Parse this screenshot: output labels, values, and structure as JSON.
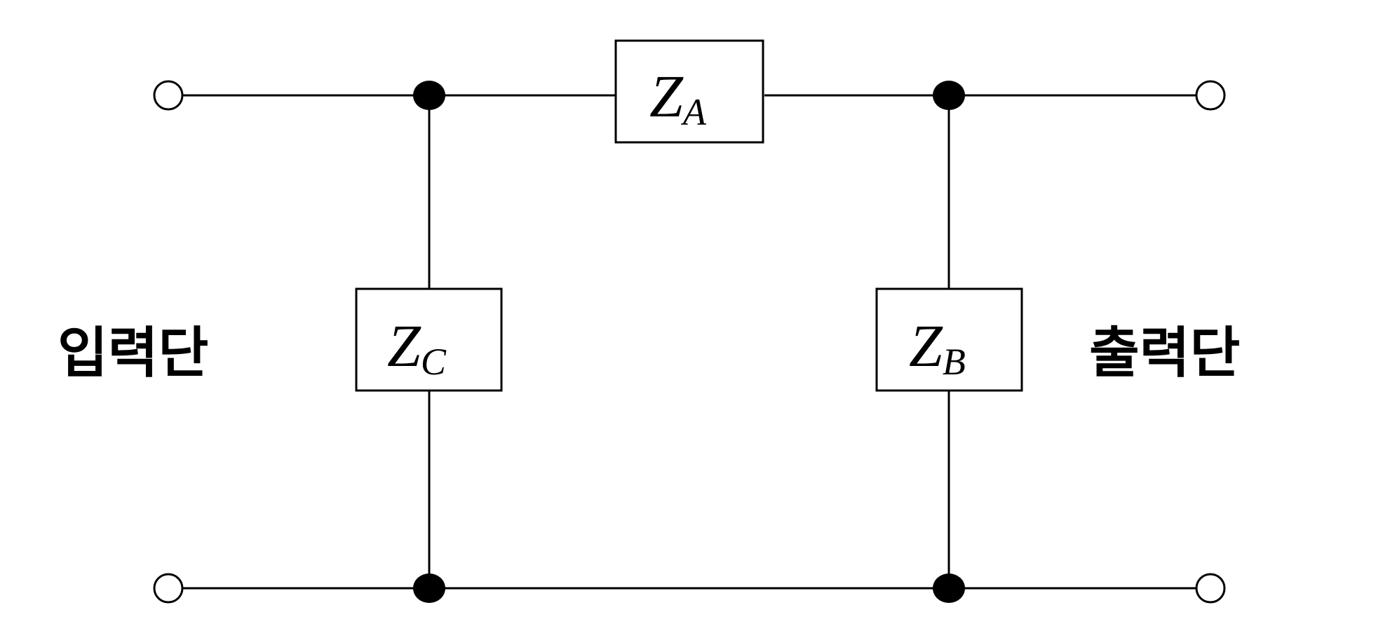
{
  "labels": {
    "input": "입력단",
    "output": "출력단"
  },
  "impedances": {
    "a": {
      "symbol": "Z",
      "subscript": "A"
    },
    "b": {
      "symbol": "Z",
      "subscript": "B"
    },
    "c": {
      "symbol": "Z",
      "subscript": "C"
    }
  },
  "colors": {
    "line": "#000000",
    "background": "#ffffff"
  }
}
